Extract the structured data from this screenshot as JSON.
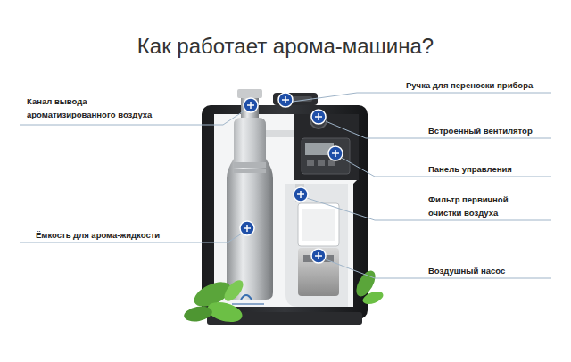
{
  "diagram": {
    "title": "Как работает арома-машина?",
    "labels": [
      "Канал вывода ароматизированного воздуха",
      "Ручка для переноски прибора",
      "Встроенный вентилятор",
      "Панель управления",
      "Фильтр первичной очистки воздуха",
      "Ёмкость для арома-жидкости",
      "Воздушный насос"
    ]
  }
}
